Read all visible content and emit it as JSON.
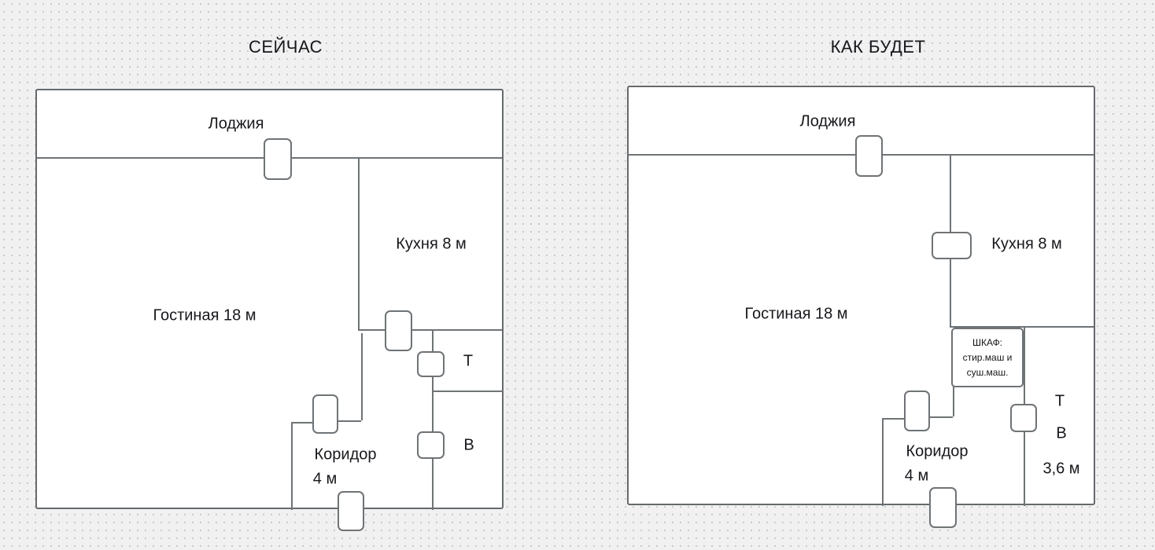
{
  "canvas": {
    "background_color": "#f1f1f2",
    "dot_color": "#c9c9c9",
    "wall_color": "#6f7376",
    "text_color": "#17171c",
    "room_fill": "#ffffff"
  },
  "plans": [
    {
      "title": "СЕЙЧАС",
      "labels": {
        "loggia": "Лоджия",
        "kitchen": "Кухня 8 м",
        "living_room": "Гостиная 18 м",
        "corridor_name": "Коридор",
        "corridor_area": "4 м",
        "toilet": "Т",
        "bathroom": "В"
      }
    },
    {
      "title": "КАК БУДЕТ",
      "labels": {
        "loggia": "Лоджия",
        "kitchen": "Кухня 8 м",
        "living_room": "Гостиная 18 м",
        "corridor_name": "Коридор",
        "corridor_area": "4 м",
        "toilet": "Т",
        "bathroom": "В",
        "bathroom_area": "3,6 м",
        "closet_title": "ШКАФ:",
        "closet_line2": "стир.маш и",
        "closet_line3": "суш.маш."
      }
    }
  ]
}
